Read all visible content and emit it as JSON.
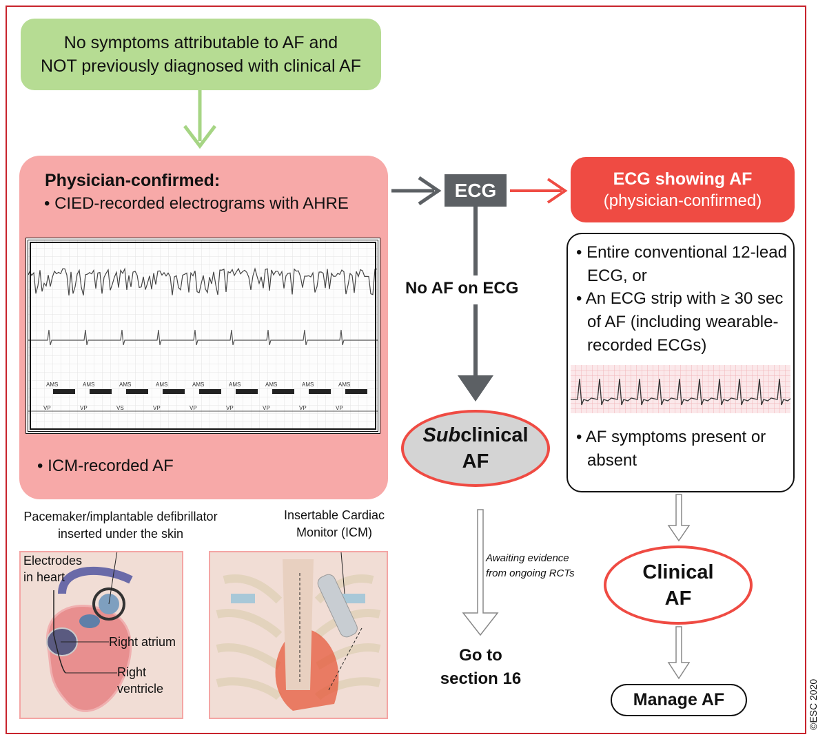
{
  "start_box": {
    "line1": "No symptoms attributable to AF and",
    "line2": "NOT previously diagnosed with clinical AF"
  },
  "physician_box": {
    "title": "Physician-confirmed:",
    "bullet1": "• CIED-recorded electrograms with AHRE",
    "bullet2": "• ICM-recorded AF"
  },
  "ecg_node": "ECG",
  "ecg_af_box": {
    "title": "ECG showing AF",
    "subtitle": "(physician-confirmed)"
  },
  "criteria_box": {
    "bullets": [
      "• Entire conventional 12-lead ECG, or",
      "• An ECG strip with ≥ 30 sec of AF (including wearable-recorded ECGs)",
      "• AF symptoms present or absent"
    ]
  },
  "no_af_label": "No AF on ECG",
  "subclinical": {
    "prefix": "Sub",
    "rest": "clinical",
    "line2": "AF"
  },
  "awaiting": {
    "line1": "Awaiting evidence",
    "line2": "from ongoing RCTs"
  },
  "goto": {
    "line1": "Go to",
    "line2": "section 16"
  },
  "clinical": {
    "line1": "Clinical",
    "line2": "AF"
  },
  "manage": "Manage AF",
  "illustrations": {
    "pacemaker_caption1": "Pacemaker/implantable defibrillator",
    "pacemaker_caption2": "inserted under the skin",
    "electrodes1": "Electrodes",
    "electrodes2": "in heart",
    "right_atrium": "Right atrium",
    "right_ventricle1": "Right",
    "right_ventricle2": "ventricle",
    "icm_caption1": "Insertable Cardiac",
    "icm_caption2": "Monitor (ICM)"
  },
  "egm_labels": {
    "markers": [
      "VP",
      "VP",
      "VS",
      "VP",
      "VP",
      "VP",
      "VP",
      "VP",
      "VP"
    ],
    "ams": "AMS"
  },
  "copyright": "©ESC 2020",
  "colors": {
    "frame": "#c8232c",
    "green": "#b6dc93",
    "pink": "#f7a9a8",
    "red": "#ef4b43",
    "gray": "#5c6064",
    "arrow_green": "#a6d584"
  }
}
